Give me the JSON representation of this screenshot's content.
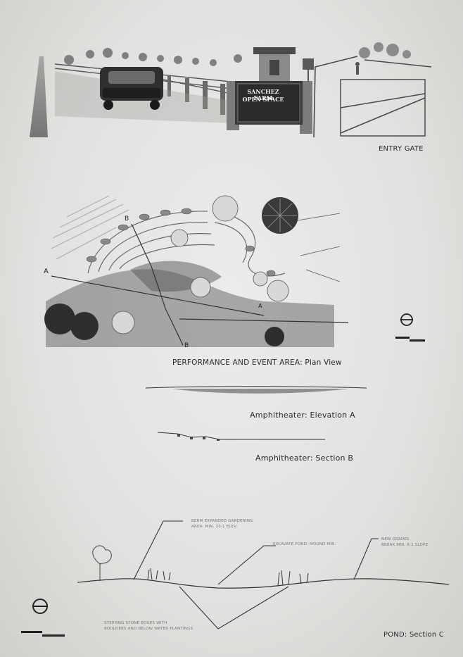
{
  "entry_gate": {
    "caption": "ENTRY GATE",
    "sign_line1": "SANCHEZ FARM",
    "sign_line2": "OPEN SPACE"
  },
  "performance_area": {
    "caption": "PERFORMANCE AND EVENT AREA: Plan View",
    "marker_a_left": "A",
    "marker_a_right": "A",
    "marker_b_top": "B",
    "marker_b_bottom": "B"
  },
  "amphitheater": {
    "elevation_caption": "Amphitheater: Elevation A",
    "section_caption": "Amphitheater: Section B"
  },
  "pond": {
    "caption": "POND: Section C",
    "note_left_line1": "BERM EXPANDED GARDENING",
    "note_left_line2": "AREA: MIN. 10:1 ELEV.",
    "note_center": "EXCAVATE POND: MOUND MIN.",
    "note_right_line1": "NEW GRADES",
    "note_right_line2": "BREAK MIN. 6:1 SLOPE",
    "note_bottom_line1": "STEPPING STONE EDGES WITH",
    "note_bottom_line2": "BOULDERS AND BELOW WATER PLANTINGS"
  },
  "icons": {
    "north_arrow": "north-arrow-icon",
    "scale_bar": "scale-bar-icon"
  }
}
